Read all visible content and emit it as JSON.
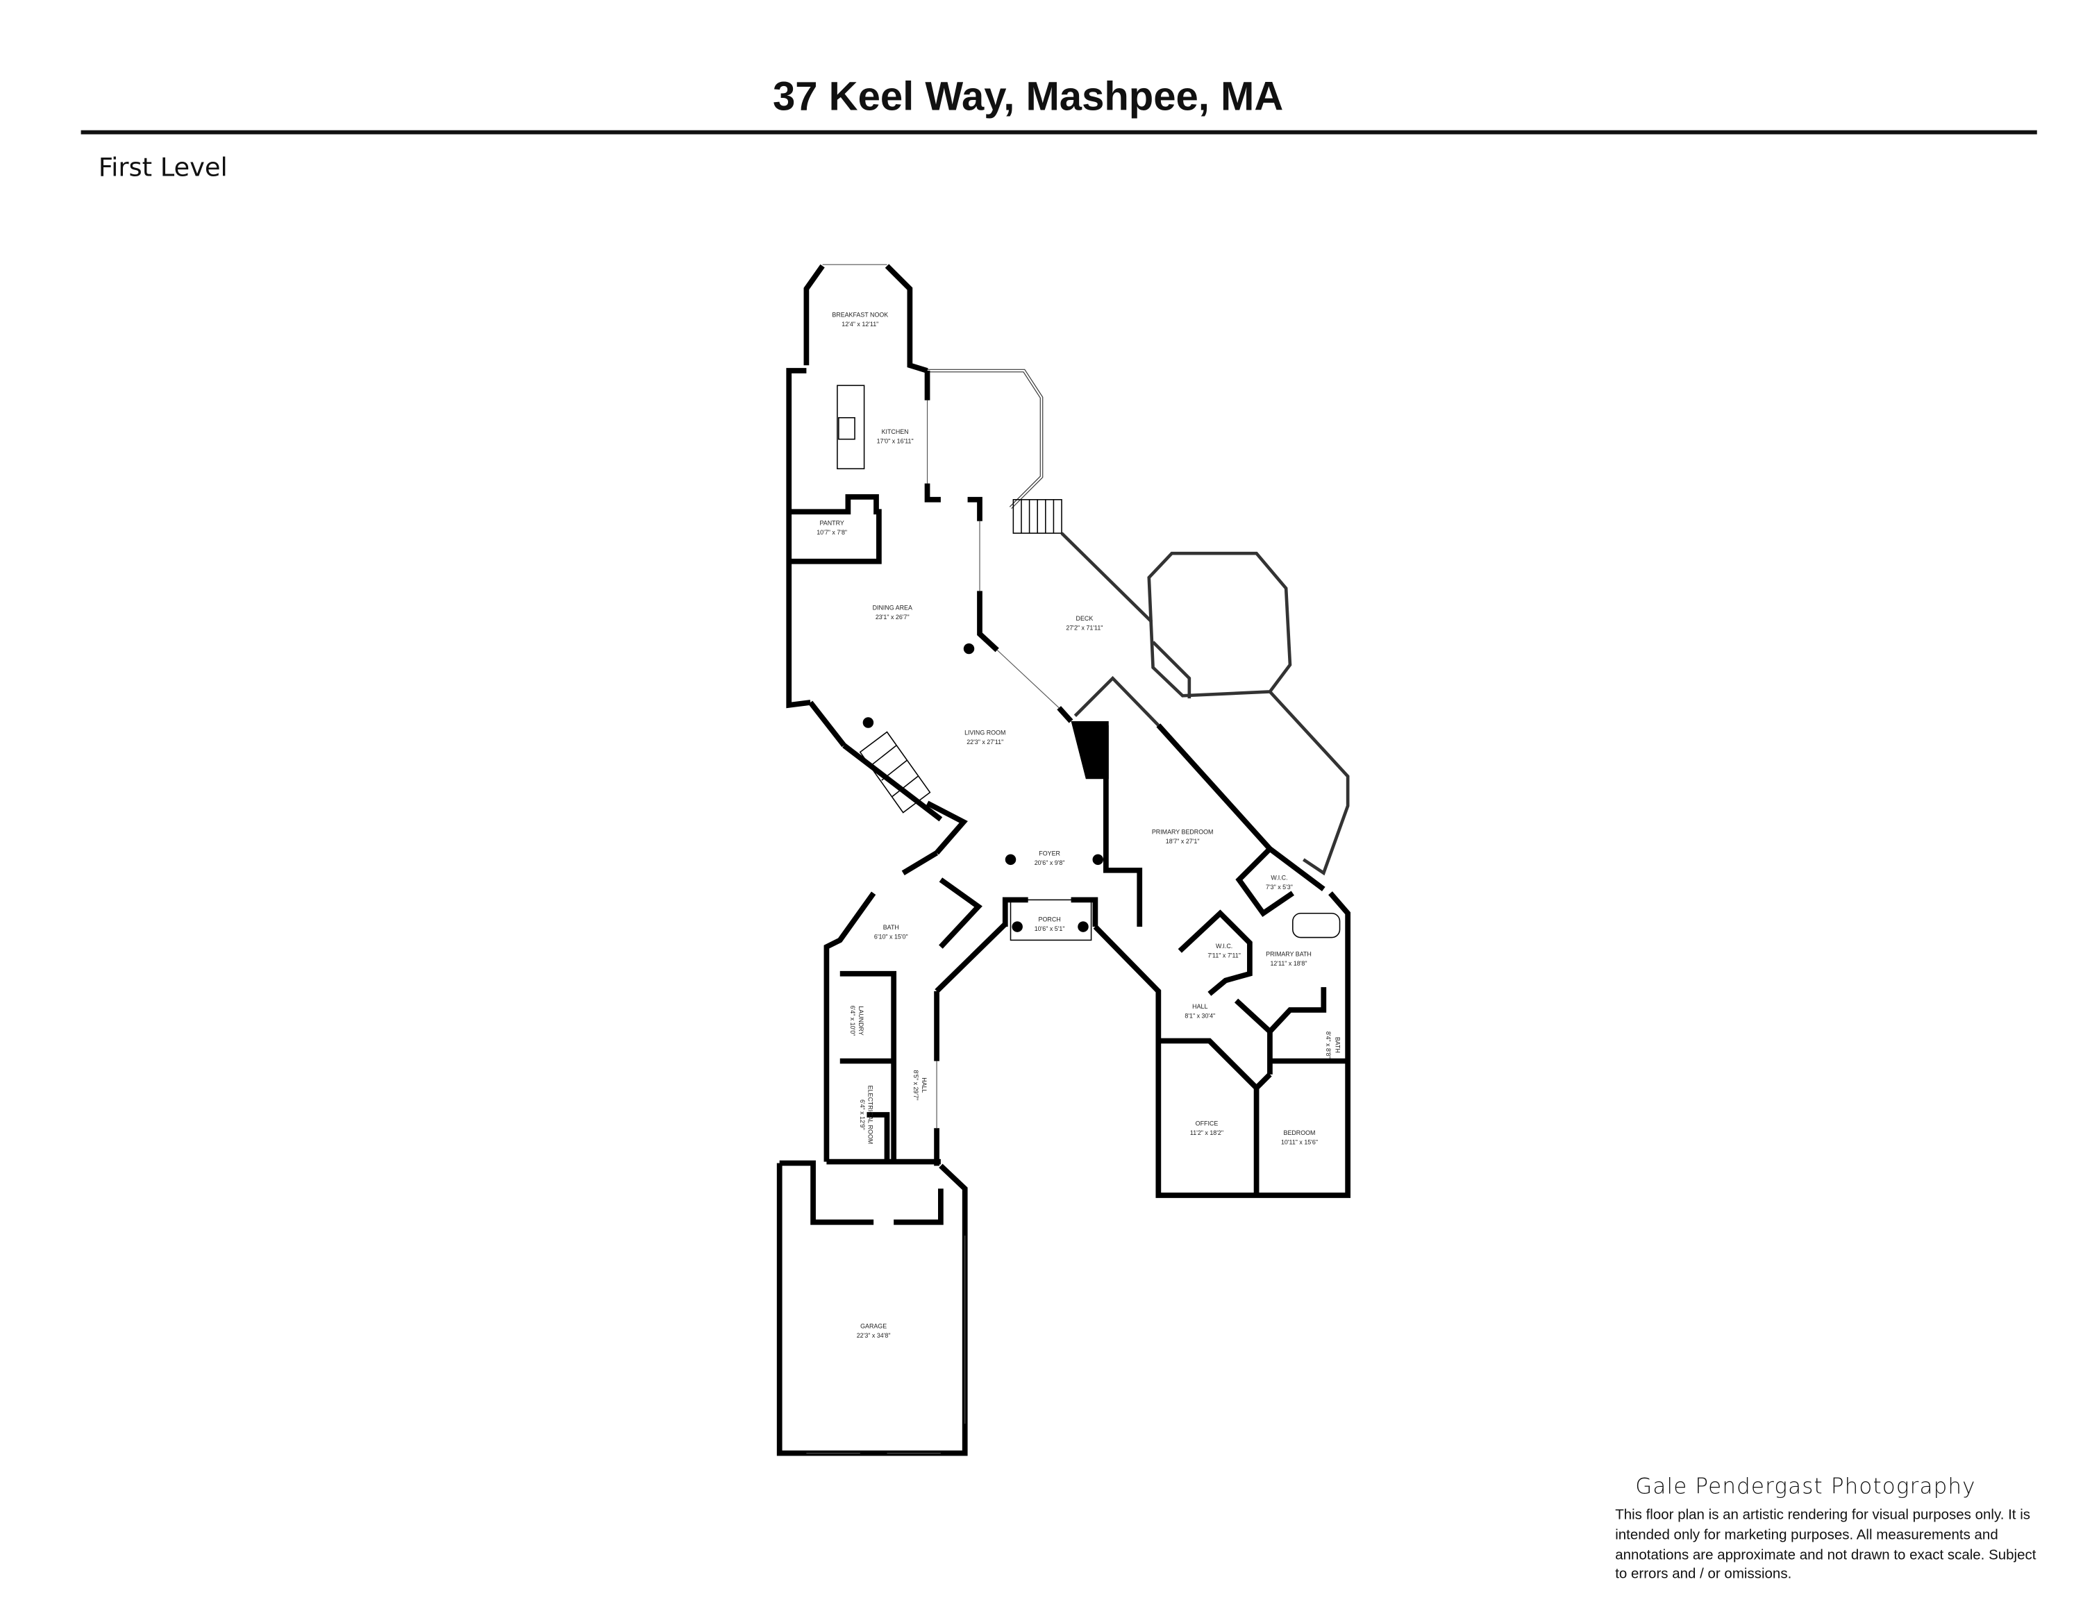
{
  "header": {
    "title": "37 Keel Way, Mashpee, MA",
    "level": "First Level"
  },
  "rooms": {
    "breakfast_nook": {
      "name": "BREAKFAST NOOK",
      "size": "12'4\" x 12'11\""
    },
    "kitchen": {
      "name": "KITCHEN",
      "size": "17'0\" x 16'11\""
    },
    "pantry": {
      "name": "PANTRY",
      "size": "10'7\" x 7'8\""
    },
    "dining_area": {
      "name": "DINING AREA",
      "size": "23'1\" x 26'7\""
    },
    "deck": {
      "name": "DECK",
      "size": "27'2\" x 71'11\""
    },
    "living_room": {
      "name": "LIVING ROOM",
      "size": "22'3\" x 27'11\""
    },
    "foyer": {
      "name": "FOYER",
      "size": "20'6\" x 9'8\""
    },
    "porch": {
      "name": "PORCH",
      "size": "10'6\" x 5'1\""
    },
    "primary_bedroom": {
      "name": "PRIMARY BEDROOM",
      "size": "18'7\" x 27'1\""
    },
    "wic_1": {
      "name": "W.I.C.",
      "size": "7'3\" x 5'3\""
    },
    "wic_2": {
      "name": "W.I.C.",
      "size": "7'11\" x 7'11\""
    },
    "primary_bath": {
      "name": "PRIMARY BATH",
      "size": "12'11\" x 18'8\""
    },
    "hall_east": {
      "name": "HALL",
      "size": "8'1\" x 30'4\""
    },
    "bath_east": {
      "name": "BATH",
      "size": "8'4\" x 8'8\""
    },
    "office": {
      "name": "OFFICE",
      "size": "11'2\" x 18'2\""
    },
    "bedroom": {
      "name": "BEDROOM",
      "size": "10'11\" x 15'6\""
    },
    "bath_west": {
      "name": "BATH",
      "size": "6'10\" x 15'0\""
    },
    "laundry": {
      "name": "LAUNDRY",
      "size": "6'4\" x 10'0\""
    },
    "electrical_room": {
      "name": "ELECTRICAL ROOM",
      "size": "6'4\" x 12'9\""
    },
    "hall_west": {
      "name": "HALL",
      "size": "8'5\" x 29'7\""
    },
    "garage": {
      "name": "GARAGE",
      "size": "22'3\" x 34'8\""
    }
  },
  "footer": {
    "brand": "Gale Pendergast Photography",
    "disclaimer": [
      "This floor plan is an artistic rendering for visual purposes only. It is",
      "intended only for marketing purposes. All measurements and",
      "annotations are approximate and not drawn to exact scale. Subject",
      "to errors and / or omissions."
    ]
  }
}
